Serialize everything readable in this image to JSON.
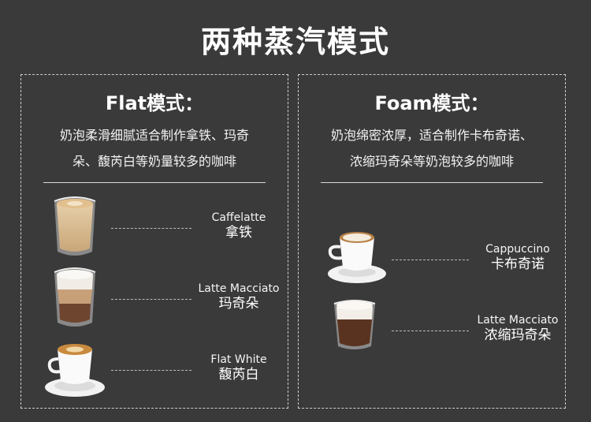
{
  "page": {
    "title": "两种蒸汽模式"
  },
  "flat": {
    "title": "Flat模式：",
    "desc_line1": "奶泡柔滑细腻适合制作拿铁、玛奇",
    "desc_line2": "朵、馥芮白等奶量较多的咖啡",
    "items": [
      {
        "en": "Caffelatte",
        "zh": "拿铁"
      },
      {
        "en": "Latte Macciato",
        "zh": "玛奇朵"
      },
      {
        "en": "Flat White",
        "zh": "馥芮白"
      }
    ]
  },
  "foam": {
    "title": "Foam模式：",
    "desc_line1": "奶泡绵密浓厚，适合制作卡布奇诺、",
    "desc_line2": "浓缩玛奇朵等奶泡较多的咖啡",
    "items": [
      {
        "en": "Cappuccino",
        "zh": "卡布奇诺"
      },
      {
        "en": "Latte Macciato",
        "zh": "浓缩玛奇朵"
      }
    ]
  }
}
